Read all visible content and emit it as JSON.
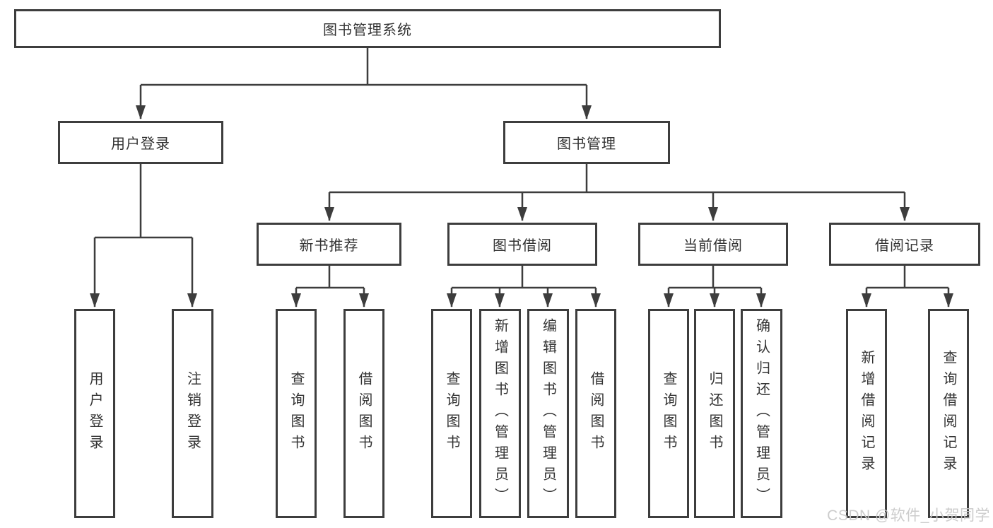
{
  "nodes": {
    "root": "图书管理系统",
    "user_login": "用户登录",
    "book_mgmt": "图书管理",
    "new_books": "新书推荐",
    "book_borrow": "图书借阅",
    "current_borrow": "当前借阅",
    "borrow_records": "借阅记录",
    "ul_user_login": "用户登录",
    "ul_logout": "注销登录",
    "nb_query_books": "查询图书",
    "nb_borrow_books": "借阅图书",
    "bb_query_books": "查询图书",
    "bb_add_books": "新增图书（管理员）",
    "bb_edit_books": "编辑图书（管理员）",
    "bb_borrow_books": "借阅图书",
    "cb_query_books": "查询图书",
    "cb_return_books": "归还图书",
    "cb_confirm_return": "确认归还（管理员）",
    "br_add_record": "新增借阅记录",
    "br_query_record": "查询借阅记录"
  },
  "hierarchy": {
    "label": "图书管理系统",
    "children": [
      {
        "label": "用户登录",
        "children": [
          {
            "label": "用户登录"
          },
          {
            "label": "注销登录"
          }
        ]
      },
      {
        "label": "图书管理",
        "children": [
          {
            "label": "新书推荐",
            "children": [
              {
                "label": "查询图书"
              },
              {
                "label": "借阅图书"
              }
            ]
          },
          {
            "label": "图书借阅",
            "children": [
              {
                "label": "查询图书"
              },
              {
                "label": "新增图书（管理员）"
              },
              {
                "label": "编辑图书（管理员）"
              },
              {
                "label": "借阅图书"
              }
            ]
          },
          {
            "label": "当前借阅",
            "children": [
              {
                "label": "查询图书"
              },
              {
                "label": "归还图书"
              },
              {
                "label": "确认归还（管理员）"
              }
            ]
          },
          {
            "label": "借阅记录",
            "children": [
              {
                "label": "新增借阅记录"
              },
              {
                "label": "查询借阅记录"
              }
            ]
          }
        ]
      }
    ]
  },
  "watermark": "CSDN @软件_小贺同学",
  "colors": {
    "line": "#3d3d3d",
    "text": "#333333",
    "background": "#ffffff",
    "watermark": "#c9c9c9"
  }
}
